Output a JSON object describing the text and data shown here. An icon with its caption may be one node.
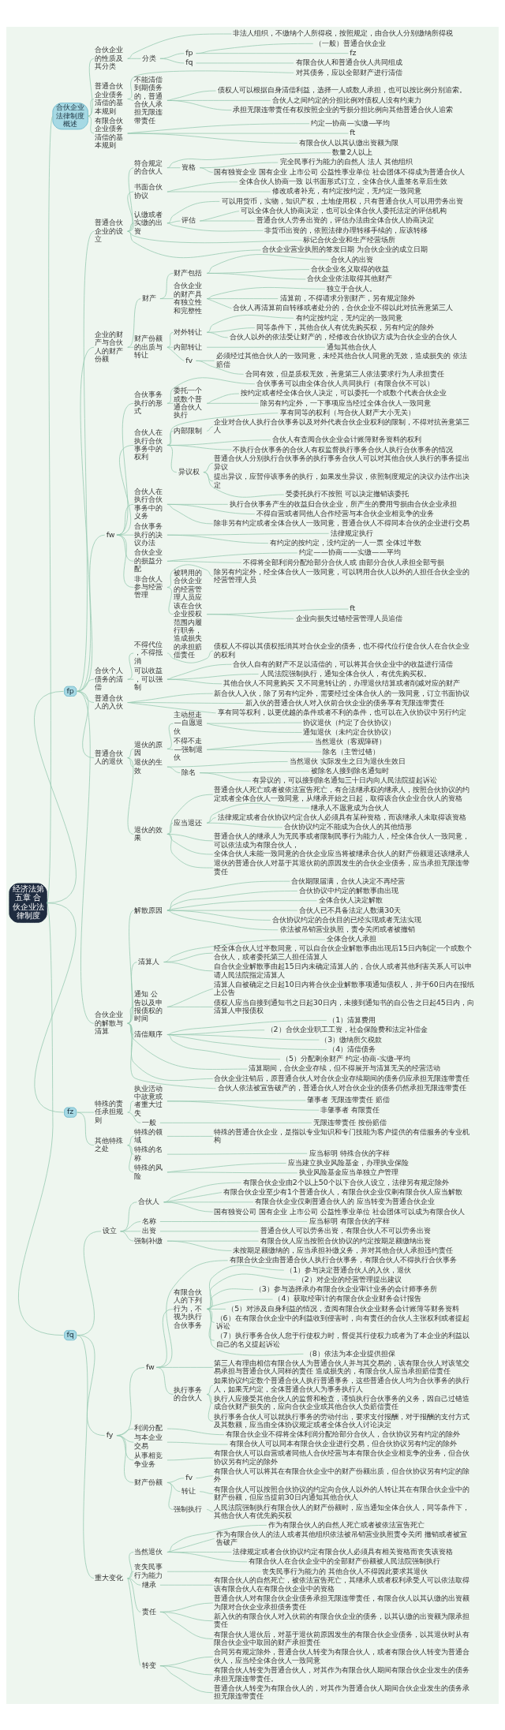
{
  "diagram": {
    "nodes": [
      {
        "text": [
          "经济法第五章 合伙企业法律制度"
        ]
      },
      {
        "text": [
          "合伙企业法律制度概述"
        ]
      },
      {
        "text": [
          "合伙企业的性质及其分类"
        ]
      },
      {
        "text": [
          "非法人组织，不缴纳个人所得税，按照规定，由合伙人分别缴纳所得税"
        ]
      },
      {
        "text": [
          "分类"
        ]
      },
      {
        "text": [
          "fp"
        ]
      },
      {
        "text": [
          "（一般）普通合伙企业"
        ]
      },
      {
        "text": [
          "fz"
        ]
      },
      {
        "text": [
          "fq"
        ]
      },
      {
        "text": [
          "有限合伙人和普通合伙人共同组成"
        ]
      },
      {
        "text": [
          "普通合伙企业债务清偿的基本规则"
        ]
      },
      {
        "text": [
          "对其债务，应以全部财产进行清偿"
        ]
      },
      {
        "text": [
          "不能清偿到期债务的，普通合伙人承担无限连带责任"
        ]
      },
      {
        "text": [
          "债权人可以根据自身清偿利益，选择一人或数人承担，也可以按比例分别追索。"
        ]
      },
      {
        "text": [
          "合伙人之间约定的分担比例对债权人没有约束力"
        ]
      },
      {
        "text": [
          "承担无限连带责任有权按照企业的亏损分担比例向其他普通合伙人追索"
        ]
      },
      {
        "text": [
          "有限合伙企业债务清偿的基本规则"
        ]
      },
      {
        "text": [
          "约定—协商—实缴—平均"
        ]
      },
      {
        "text": [
          "ft"
        ]
      },
      {
        "text": [
          "有限合伙人以其认缴出资额为限"
        ]
      },
      {
        "text": [
          "fp"
        ]
      },
      {
        "text": [
          "普通合伙企业的设立"
        ]
      },
      {
        "text": [
          "符合规定的合伙人"
        ]
      },
      {
        "text": [
          "数量2人以上"
        ]
      },
      {
        "text": [
          "资格"
        ]
      },
      {
        "text": [
          "完全民事行为能力的自然人 法人 其他组织"
        ]
      },
      {
        "text": [
          "国有独资企业 国有企业 上市公司 公益性事业单位 社会团体不得成为普通合伙人"
        ]
      },
      {
        "text": [
          "书面合伙协议"
        ]
      },
      {
        "text": [
          "全体合伙人协商一致 以书面形式订立，全体合伙人盖签名章后生效"
        ]
      },
      {
        "text": [
          "修改或者补充，有约定按约定，无约定一致同意"
        ]
      },
      {
        "text": [
          "认缴或者实缴的出资"
        ]
      },
      {
        "text": [
          "可以用货币，实物，知识产权，土地使用权，只有普通合伙人可以用劳务出资"
        ]
      },
      {
        "text": [
          "评估"
        ]
      },
      {
        "text": [
          "可以全体合伙人协商决定，也可以全体合伙人委托法定的评估机构"
        ]
      },
      {
        "text": [
          "普通合伙人劳务出资的，评估办法由全体合伙人协商决定"
        ]
      },
      {
        "text": [
          "非货币出资的，依照法律办理转移手续的，应该转移"
        ]
      },
      {
        "text": [
          "标记合伙企业和生产经营场所"
        ]
      },
      {
        "text": [
          "合伙企业营业执照的签发日期 为合伙企业的成立日期"
        ]
      },
      {
        "text": [
          "企业的财产与合伙人的财产份额"
        ]
      },
      {
        "text": [
          "财产"
        ]
      },
      {
        "text": [
          "财产包括"
        ]
      },
      {
        "text": [
          "合伙人的出资"
        ]
      },
      {
        "text": [
          "合伙企业名义取得的收益"
        ]
      },
      {
        "text": [
          "合伙企业依法取得其他财产"
        ]
      },
      {
        "text": [
          "合伙企业的财产具有独立性和完整性"
        ]
      },
      {
        "text": [
          "独立于合伙人。"
        ]
      },
      {
        "text": [
          "清算前，不得请求分割财产，另有规定除外"
        ]
      },
      {
        "text": [
          "合伙人再清算前自转移或者处分的，合伙企业不得以此对抗善意第三人"
        ]
      },
      {
        "text": [
          "财产份额的出质与转让"
        ]
      },
      {
        "text": [
          "对外转让"
        ]
      },
      {
        "text": [
          "有约定按约定，无约定的一致同意"
        ]
      },
      {
        "text": [
          "同等条件下，其他合伙人有优先购买权，另有约定的除外"
        ]
      },
      {
        "text": [
          "合伙人以外的依法受让财产的，经修改合伙协议方成为合伙企业的合伙人"
        ]
      },
      {
        "text": [
          "内部转让"
        ]
      },
      {
        "text": [
          "通知其他合伙人"
        ]
      },
      {
        "text": [
          "fv"
        ]
      },
      {
        "text": [
          "必须经过其他合伙人的一致同意，未经其他合伙人同意的无效，造成损失的 依法赔偿"
        ]
      },
      {
        "text": [
          "合同有效，但是质权无效，善意第三人依法要求行为人承担责任"
        ]
      },
      {
        "text": [
          "fw"
        ]
      },
      {
        "text": [
          "合伙事务执行的形式"
        ]
      },
      {
        "text": [
          "合伙事务可以由全体合伙人共同执行（有限合伙不可以）"
        ]
      },
      {
        "text": [
          "委托一个或数个普通合伙人执行"
        ]
      },
      {
        "text": [
          "按约定或者经全体合伙人决定，可以委托一个或数个代表合伙企业"
        ]
      },
      {
        "text": [
          "除另有约定外，一下事项应当经过全体合伙人一致同意"
        ]
      },
      {
        "text": [
          "合伙人在执行合伙事务中的权利"
        ]
      },
      {
        "text": [
          "享有同等的权利（与合伙人财产大小无关）"
        ]
      },
      {
        "text": [
          "内部限制"
        ]
      },
      {
        "text": [
          "企业对合伙人执行合伙事务以及对外代表合伙企业权利的限制，不得对抗善意第三人"
        ]
      },
      {
        "text": [
          "合伙人有查阅合伙企业会计账簿财务资料的权利"
        ]
      },
      {
        "text": [
          "不执行合伙事务的合伙人有权监督执行事务合伙人执行合伙事务的情况"
        ]
      },
      {
        "text": [
          "异议权"
        ]
      },
      {
        "text": [
          "普通合伙人分别执行合伙事务的执行事务合伙人可以对其他合伙人执行的事务提出异议"
        ]
      },
      {
        "text": [
          "提出异议，应暂停该事务的执行，如果发生异议，依照制度规定的决议办法作出决定"
        ]
      },
      {
        "text": [
          "受委托执行不按照 可以决定撤销该委托"
        ]
      },
      {
        "text": [
          "合伙人在执行合伙事务中的义务"
        ]
      },
      {
        "text": [
          "执行合伙事务产生的收益归合伙企业，所产生的费用亏损由合伙企业承担"
        ]
      },
      {
        "text": [
          "不得自营或者同他人合作经营与本合伙企业相竞争的业务"
        ]
      },
      {
        "text": [
          "除非另有约定或者全体合伙人一致同意，普通合伙人不得同本合伙的企业进行交易"
        ]
      },
      {
        "text": [
          "合伙事务执行的决议办法"
        ]
      },
      {
        "text": [
          "法律规定执行"
        ]
      },
      {
        "text": [
          "有约定的按约定，没约定的一人一票 全体过半数"
        ]
      },
      {
        "text": [
          "合伙企业的损益分配"
        ]
      },
      {
        "text": [
          "约定——协商——实缴——平均"
        ]
      },
      {
        "text": [
          "不得将全部利润分配给部分合伙人或 由部分合伙人承担全部亏损"
        ]
      },
      {
        "text": [
          "非合伙人参与经营管理"
        ]
      },
      {
        "text": [
          "除另有约定外，经全体合伙人一致同意，可以聘用合伙人以外的人担任合伙企业的经营管理人员"
        ]
      },
      {
        "text": [
          "被聘用的合伙企业的经营管理人员应该在合伙企业授权范围内履行职务，造成损失的承担赔偿责任"
        ]
      },
      {
        "text": [
          "ft"
        ]
      },
      {
        "text": [
          "企业向损失过错经营管理人员追偿"
        ]
      },
      {
        "text": [
          "合伙个人债务的清偿"
        ]
      },
      {
        "text": [
          "不得代位，不得抵消"
        ]
      },
      {
        "text": [
          "债权人不得以其债权抵消其对合伙企业的债务，也不得代位行使合伙人在合伙企业的权利"
        ]
      },
      {
        "text": [
          "可以收益，可以强制"
        ]
      },
      {
        "text": [
          "合伙人自有的财产不足以清偿的，可以将其合伙企业中的收益进行清偿"
        ]
      },
      {
        "text": [
          "人民法院强制执行，通知全体合伙人，有优先购买权。"
        ]
      },
      {
        "text": [
          "其他合伙人不同意购买 又不同意转让的，办理退伙结算或者削减对应的财产"
        ]
      },
      {
        "text": [
          "普通合伙人的入伙"
        ]
      },
      {
        "text": [
          "新合伙人入伙，除了另有约定外，需要经过全体合伙人的一致同意，订立书面协议"
        ]
      },
      {
        "text": [
          "新入伙的普通合伙人对入伙前合伙企业的债务享有无限连带责任"
        ]
      },
      {
        "text": [
          "享有同等权利，以更优越的条件或者不利的条件，也可以在入伙协议中另行约定"
        ]
      },
      {
        "text": [
          "普通合伙人的退伙"
        ]
      },
      {
        "text": [
          "退伙的原因"
        ]
      },
      {
        "text": [
          "主动想走—自愿退伙"
        ]
      },
      {
        "text": [
          "协议退伙（约定了合伙协议）"
        ]
      },
      {
        "text": [
          "通知退伙（未约定合伙协议）"
        ]
      },
      {
        "text": [
          "不得不走—强制退伙"
        ]
      },
      {
        "text": [
          "当然退伙（客观障碍）"
        ]
      },
      {
        "text": [
          "除名（主管过错）"
        ]
      },
      {
        "text": [
          "退伙的生效"
        ]
      },
      {
        "text": [
          "当然退伙 实际发生之日为退伙生效日"
        ]
      },
      {
        "text": [
          "除名"
        ]
      },
      {
        "text": [
          "被除名人接到除名通知时"
        ]
      },
      {
        "text": [
          "有异议的，可以接到除名通知三十日内向人民法院提起诉讼"
        ]
      },
      {
        "text": [
          "退伙的效果"
        ]
      },
      {
        "text": [
          "普通合伙人死亡或者被依法宣告死亡，有合法继承权的继承人，按照合伙协议的约定或者全体合伙人一致同意，从继承开始之日起，取得该合伙企业合伙人的资格"
        ]
      },
      {
        "text": [
          "应当退还"
        ]
      },
      {
        "text": [
          "继承人不愿意成为合伙人"
        ]
      },
      {
        "text": [
          "法律规定或者合伙协议约定合伙人必须具有某种资格，而该继承人未取得该资格"
        ]
      },
      {
        "text": [
          "合伙协议约定不能成为合伙人的其他情形"
        ]
      },
      {
        "text": [
          "普通合伙人的继承人为无民事或者限制民事行为能力人，经全体合伙人一致同意，可以依法成为有限合伙人，"
        ]
      },
      {
        "text": [
          "全体合伙人未能一致同意的合伙企业应当将被继承合伙人的财产份额退还该继承人"
        ]
      },
      {
        "text": [
          "退伙的普通合伙人对基于其退伙前的原因发生的合伙企业债务，应当承担无限连带责任"
        ]
      },
      {
        "text": [
          "合伙企业的解散与清算"
        ]
      },
      {
        "text": [
          "解散原因"
        ]
      },
      {
        "text": [
          "合伙期限届满，合伙人决定不再经营"
        ]
      },
      {
        "text": [
          "合伙协议中约定的解散事由出现"
        ]
      },
      {
        "text": [
          "全体合伙人决定解散"
        ]
      },
      {
        "text": [
          "合伙人已不具备法定人数满30天"
        ]
      },
      {
        "text": [
          "合伙协议约定的合伙目的已经实现或者无法实现"
        ]
      },
      {
        "text": [
          "依法被吊销营业执照，责令关闭或者被撤销"
        ]
      },
      {
        "text": [
          "清算人"
        ]
      },
      {
        "text": [
          "全体合伙人承担"
        ]
      },
      {
        "text": [
          "经全体合伙人过半数同意，可以自合伙企业解散事由出现后15日内制定一个或数个合伙人，或者委托第三人担任清算人"
        ]
      },
      {
        "text": [
          "自合伙企业解散事由起15日内未确定清算人的，合伙人或者其他利害关系人可以申请人民法院指定清算人"
        ]
      },
      {
        "text": [
          "通知 公告以及申报债权的时间"
        ]
      },
      {
        "text": [
          "清算人自被确定之日起10日内将合伙企业解散事项通知债权人，并于60日内在报纸上公告"
        ]
      },
      {
        "text": [
          "债权人应当自接到通知书之日起30日内，未接到通知书的自公告之日起45日内，向清算人申报债权"
        ]
      },
      {
        "text": [
          "清偿顺序"
        ]
      },
      {
        "text": [
          "（1）清算费用"
        ]
      },
      {
        "text": [
          "（2）合伙企业职工工资，社会保险费和法定补偿金"
        ]
      },
      {
        "text": [
          "（3）缴纳所欠税款"
        ]
      },
      {
        "text": [
          "（4）清偿债务"
        ]
      },
      {
        "text": [
          "（5）分配剩余财产 约定-协商-实缴-平均"
        ]
      },
      {
        "text": [
          "清算期间，合伙企业存续，但不得展开与清算无关的经营活动"
        ]
      },
      {
        "text": [
          "合伙企业注销后，原普通合伙人对合伙企业存续期间的债务仍应承担无限连带责任"
        ]
      },
      {
        "text": [
          "合伙人依法被宣告破产的，普通合伙人对合伙企业的债务仍然承担无限连带责任"
        ]
      },
      {
        "text": [
          "fz"
        ]
      },
      {
        "text": [
          "特殊的责任承担规则"
        ]
      },
      {
        "text": [
          "执业活动中故意或者重大过失"
        ]
      },
      {
        "text": [
          "肇事者 无限连带责任 赔偿"
        ]
      },
      {
        "text": [
          "非肇事者 有限责任"
        ]
      },
      {
        "text": [
          "一般"
        ]
      },
      {
        "text": [
          "无限连带责任 按份赔偿"
        ]
      },
      {
        "text": [
          "其他特殊之处"
        ]
      },
      {
        "text": [
          "特殊的领域"
        ]
      },
      {
        "text": [
          "特殊的普通合伙企业，是指以专业知识和专门技能为客户提供的有偿服务的专业机构"
        ]
      },
      {
        "text": [
          "特殊的名称"
        ]
      },
      {
        "text": [
          "应当标明 特殊合伙的字样"
        ]
      },
      {
        "text": [
          "特殊的风险"
        ]
      },
      {
        "text": [
          "应当建立执业风险基金，办理执业保险"
        ]
      },
      {
        "text": [
          "执业风险基金应当单独立户管理"
        ]
      },
      {
        "text": [
          "fq"
        ]
      },
      {
        "text": [
          "设立"
        ]
      },
      {
        "text": [
          "合伙人"
        ]
      },
      {
        "text": [
          "有限合伙企业由2个以上50个以下合伙人设立，法律另有规定除外"
        ]
      },
      {
        "text": [
          "有限合伙企业至少有1个普通合伙人，有限合伙企业仅剩有限合伙人应当解散"
        ]
      },
      {
        "text": [
          "有限合伙企业仅剩普通合伙人的 应当转变为普通合伙企业"
        ]
      },
      {
        "text": [
          "国有独资公司 国有企业 上市公司 公益性事业单位 社会团体可以成为有限合伙人"
        ]
      },
      {
        "text": [
          "名称"
        ]
      },
      {
        "text": [
          "应当标明 有限合伙的字样"
        ]
      },
      {
        "text": [
          "出资"
        ]
      },
      {
        "text": [
          "普通合伙人可以劳务出资，有限合伙人不可以劳务出资"
        ]
      },
      {
        "text": [
          "强制补缴"
        ]
      },
      {
        "text": [
          "有限合伙人应当按照合伙协议的约定按期足额缴纳出资"
        ]
      },
      {
        "text": [
          "未按期足额缴纳的，应当承担补缴义务，并对其他合伙人承担违约责任"
        ]
      },
      {
        "text": [
          "fy"
        ]
      },
      {
        "text": [
          "fw"
        ]
      },
      {
        "text": [
          "有限合伙企业由普通合伙人执行合伙事务，有限合伙人不得执行合伙事务"
        ]
      },
      {
        "text": [
          "有限合伙人的下列行为，不视为执行合伙事务"
        ]
      },
      {
        "text": [
          "（1）参与决定普通合伙人的入伙，退伙"
        ]
      },
      {
        "text": [
          "（2）对企业的经营管理提出建议"
        ]
      },
      {
        "text": [
          "（3）参与选择承办有限合伙企业审计业务的会计师事务所"
        ]
      },
      {
        "text": [
          "（4）获取经审计的有限合伙企业财务会计报告"
        ]
      },
      {
        "text": [
          "（5）对涉及自身利益的情况，查阅有限合伙企业财务会计账簿等财务资料"
        ]
      },
      {
        "text": [
          "（6）在有限合伙企业中的利益收到侵害时，向有责任的合伙人主张权利或者提起诉讼"
        ]
      },
      {
        "text": [
          "（7）执行事务合伙人怠于行使权力时，督促其行使权力或者为了本企业的利益以自己的名义提起诉讼"
        ]
      },
      {
        "text": [
          "（8）依法为本企业提供担保"
        ]
      },
      {
        "text": [
          "第三人有理由相信有限合伙人为普通合伙人并与其交易的，该有限合伙人对该笔交易承担与普通合伙人同样的责任 造成损失的，有限合伙人应当承担赔偿责任"
        ]
      },
      {
        "text": [
          "执行事务的合伙人"
        ]
      },
      {
        "text": [
          "如果协议约定数个普通合伙人执行普通事务，这些普通合伙人均为合伙事务的执行人，如果无约定，全体普通合伙人为事务执行人"
        ]
      },
      {
        "text": [
          "执行人应接受其他合伙人的监督和检查，谨慎执行合伙事务的义务，因自己过错造成合伙财产损失的，应向合伙企业或其他合伙人负赔偿责任"
        ]
      },
      {
        "text": [
          "执行事务合伙人可以就执行事务的劳动付出，要求支付报酬，对于报酬的支付方式及其数额，应当由全体协议规定或者全体合伙人讨论决定"
        ]
      },
      {
        "text": [
          "利润分配"
        ]
      },
      {
        "text": [
          "有限合伙企业不得将全体利润分配给部分合伙人，合伙协议另有约定的除外"
        ]
      },
      {
        "text": [
          "与本企业交易"
        ]
      },
      {
        "text": [
          "有限合伙人可以同本有限合伙企业进行交易，但合伙协议另有约定的除外"
        ]
      },
      {
        "text": [
          "从事相竞争业务"
        ]
      },
      {
        "text": [
          "有限合伙人可以自营或者同他人合伙经营与本有限合伙企业相竞争的业务，但合伙协议另有约定的除外"
        ]
      },
      {
        "text": [
          "财产份额"
        ]
      },
      {
        "text": [
          "fv"
        ]
      },
      {
        "text": [
          "有限合伙人可以将其在有限合伙企业中的财产份额出质，但合伙协议另有约定的除外"
        ]
      },
      {
        "text": [
          "转让"
        ]
      },
      {
        "text": [
          "有限合伙人可以按照合伙协议的约定向合伙人以外的人转让其在有限合伙企业中的财产份额，但应当提前30日内通知其他合伙人"
        ]
      },
      {
        "text": [
          "强制执行"
        ]
      },
      {
        "text": [
          "人民法院强制执行有限合伙人的财产份额时，应当通知全体合伙人，同等条件下，其他合伙人有优先购买权"
        ]
      },
      {
        "text": [
          "重大变化"
        ]
      },
      {
        "text": [
          "当然退伙"
        ]
      },
      {
        "text": [
          "作为有限合伙人的自然人死亡或者被依法宣告死亡"
        ]
      },
      {
        "text": [
          "作为有限合伙人的法人或者其他组织依法被吊销营业执照责令关闭 撤销或者被宣告破产"
        ]
      },
      {
        "text": [
          "法律规定或者合伙协议约定有限合伙人必须具有相关资格而丧失该资格"
        ]
      },
      {
        "text": [
          "有限合伙人在合伙企业中的全部财产份额被人民法院强制执行"
        ]
      },
      {
        "text": [
          "丧失民事行为能力"
        ]
      },
      {
        "text": [
          "丧失民事行为能力的 其他合伙人不得因此要求其退伙"
        ]
      },
      {
        "text": [
          "继承"
        ]
      },
      {
        "text": [
          "有限合伙人的自然死亡，被依法宣告死亡，其继承人或者权利承受人可以依法取得该有限合伙人在有限合伙企业中的资格"
        ]
      },
      {
        "text": [
          "责任"
        ]
      },
      {
        "text": [
          "普通合伙人对有限合伙企业债务承担无限连带责任，有限合伙人以其认缴的出资额为限对合伙企业承担债务责任"
        ]
      },
      {
        "text": [
          "新入伙的有限合伙人对入伙前的有限合伙企业的债务，以其认缴的出资额为限承担责任"
        ]
      },
      {
        "text": [
          "有限合伙人退伙后，对基于退伙前原因发生的有限合伙企业债务，以其退伙时从有限合伙企业中取回的财产承担责任"
        ]
      },
      {
        "text": [
          "转变"
        ]
      },
      {
        "text": [
          "合同另有规定除外，普通合伙人转变为有限合伙人，或者有限合伙人转变为普通合伙人，应当经全体合伙人一致同意"
        ]
      },
      {
        "text": [
          "有限合伙人转变为普通合伙人，对其作为有限合伙人期间有限合伙企业发生的债务承担无限连带责任。"
        ]
      },
      {
        "text": [
          "普通合伙人转变为有限合伙人的，对其作为普通合伙人期间合伙企业发生的债务承担无限连带责任"
        ]
      }
    ],
    "edges": [
      {
        "from": 0,
        "to": 1,
        "arrow": "none"
      },
      {
        "from": 1,
        "to": 2,
        "arrow": "none"
      },
      {
        "from": 2,
        "to": 3,
        "arrow": "none"
      },
      {
        "from": 2,
        "to": 4,
        "arrow": "none"
      },
      {
        "from": 4,
        "to": 5,
        "arrow": "none"
      },
      {
        "from": 5,
        "to": 6,
        "arrow": "none"
      },
      {
        "from": 5,
        "to": 7,
        "arrow": "none"
      },
      {
        "from": 4,
        "to": 8,
        "arrow": "none"
      },
      {
        "from": 8,
        "to": 9,
        "arrow": "none"
      },
      {
        "from": 1,
        "to": 10,
        "arrow": "none"
      },
      {
        "from": 10,
        "to": 11,
        "arrow": "none"
      },
      {
        "from": 10,
        "to": 12,
        "arrow": "none"
      },
      {
        "from": 12,
        "to": 13,
        "arrow": "none"
      },
      {
        "from": 12,
        "to": 14,
        "arrow": "none"
      },
      {
        "from": 12,
        "to": 15,
        "arrow": "none"
      },
      {
        "from": 1,
        "to": 16,
        "arrow": "none"
      },
      {
        "from": 16,
        "to": 17,
        "arrow": "none"
      },
      {
        "from": 16,
        "to": 18,
        "arrow": "none"
      },
      {
        "from": 16,
        "to": 19,
        "arrow": "none"
      },
      {
        "from": 0,
        "to": 20,
        "arrow": "none"
      },
      {
        "from": 20,
        "to": 21,
        "arrow": "none"
      },
      {
        "from": 21,
        "to": 22,
        "arrow": "none"
      },
      {
        "from": 22,
        "to": 23,
        "arrow": "none"
      },
      {
        "from": 22,
        "to": 24,
        "arrow": "none"
      },
      {
        "from": 24,
        "to": 25,
        "arrow": "none"
      },
      {
        "from": 24,
        "to": 26,
        "arrow": "none"
      },
      {
        "from": 21,
        "to": 27,
        "arrow": "none"
      },
      {
        "from": 27,
        "to": 28,
        "arrow": "none"
      },
      {
        "from": 27,
        "to": 29,
        "arrow": "none"
      },
      {
        "from": 21,
        "to": 30,
        "arrow": "none"
      },
      {
        "from": 30,
        "to": 31,
        "arrow": "none"
      },
      {
        "from": 30,
        "to": 32,
        "arrow": "none"
      },
      {
        "from": 32,
        "to": 33,
        "arrow": "none"
      },
      {
        "from": 32,
        "to": 34,
        "arrow": "none"
      },
      {
        "from": 30,
        "to": 35,
        "arrow": "none"
      },
      {
        "from": 21,
        "to": 36,
        "arrow": "none"
      },
      {
        "from": 21,
        "to": 37,
        "arrow": "none"
      },
      {
        "from": 20,
        "to": 38,
        "arrow": "none"
      },
      {
        "from": 38,
        "to": 39,
        "arrow": "none"
      },
      {
        "from": 39,
        "to": 40,
        "arrow": "none"
      },
      {
        "from": 40,
        "to": 41,
        "arrow": "none"
      },
      {
        "from": 40,
        "to": 42,
        "arrow": "none"
      },
      {
        "from": 40,
        "to": 43,
        "arrow": "none"
      },
      {
        "from": 39,
        "to": 44,
        "arrow": "none"
      },
      {
        "from": 44,
        "to": 45,
        "arrow": "none"
      },
      {
        "from": 44,
        "to": 46,
        "arrow": "none"
      },
      {
        "from": 44,
        "to": 47,
        "arrow": "none"
      },
      {
        "from": 38,
        "to": 48,
        "arrow": "none"
      },
      {
        "from": 48,
        "to": 49,
        "arrow": "none"
      },
      {
        "from": 49,
        "to": 50,
        "arrow": "none"
      },
      {
        "from": 49,
        "to": 51,
        "arrow": "none"
      },
      {
        "from": 49,
        "to": 52,
        "arrow": "none"
      },
      {
        "from": 48,
        "to": 53,
        "arrow": "none"
      },
      {
        "from": 53,
        "to": 54,
        "arrow": "none"
      },
      {
        "from": 48,
        "to": 55,
        "arrow": "none"
      },
      {
        "from": 55,
        "to": 56,
        "arrow": "none"
      },
      {
        "from": 55,
        "to": 57,
        "arrow": "none"
      },
      {
        "from": 20,
        "to": 58,
        "arrow": "none"
      },
      {
        "from": 58,
        "to": 59,
        "arrow": "none"
      },
      {
        "from": 59,
        "to": 60,
        "arrow": "none"
      },
      {
        "from": 59,
        "to": 61,
        "arrow": "none"
      },
      {
        "from": 61,
        "to": 62,
        "arrow": "none"
      },
      {
        "from": 61,
        "to": 63,
        "arrow": "none"
      },
      {
        "from": 58,
        "to": 64,
        "arrow": "none"
      },
      {
        "from": 64,
        "to": 65,
        "arrow": "none"
      },
      {
        "from": 64,
        "to": 66,
        "arrow": "none"
      },
      {
        "from": 66,
        "to": 67,
        "arrow": "none"
      },
      {
        "from": 64,
        "to": 68,
        "arrow": "none"
      },
      {
        "from": 64,
        "to": 69,
        "arrow": "none"
      },
      {
        "from": 64,
        "to": 70,
        "arrow": "none"
      },
      {
        "from": 70,
        "to": 71,
        "arrow": "none"
      },
      {
        "from": 70,
        "to": 72,
        "arrow": "none"
      },
      {
        "from": 70,
        "to": 73,
        "arrow": "none"
      },
      {
        "from": 58,
        "to": 74,
        "arrow": "none"
      },
      {
        "from": 74,
        "to": 75,
        "arrow": "none"
      },
      {
        "from": 74,
        "to": 76,
        "arrow": "none"
      },
      {
        "from": 74,
        "to": 77,
        "arrow": "none"
      },
      {
        "from": 58,
        "to": 78,
        "arrow": "none"
      },
      {
        "from": 78,
        "to": 79,
        "arrow": "none"
      },
      {
        "from": 78,
        "to": 80,
        "arrow": "none"
      },
      {
        "from": 58,
        "to": 81,
        "arrow": "none"
      },
      {
        "from": 81,
        "to": 82,
        "arrow": "none"
      },
      {
        "from": 81,
        "to": 83,
        "arrow": "none"
      },
      {
        "from": 58,
        "to": 84,
        "arrow": "none"
      },
      {
        "from": 84,
        "to": 85,
        "arrow": "none"
      },
      {
        "from": 84,
        "to": 86,
        "arrow": "none"
      },
      {
        "from": 86,
        "to": 87,
        "arrow": "none"
      },
      {
        "from": 86,
        "to": 88,
        "arrow": "none"
      },
      {
        "from": 20,
        "to": 89,
        "arrow": "none"
      },
      {
        "from": 89,
        "to": 90,
        "arrow": "none"
      },
      {
        "from": 90,
        "to": 91,
        "arrow": "none"
      },
      {
        "from": 89,
        "to": 92,
        "arrow": "none"
      },
      {
        "from": 92,
        "to": 93,
        "arrow": "none"
      },
      {
        "from": 92,
        "to": 94,
        "arrow": "none"
      },
      {
        "from": 92,
        "to": 95,
        "arrow": "none"
      },
      {
        "from": 20,
        "to": 96,
        "arrow": "none"
      },
      {
        "from": 96,
        "to": 97,
        "arrow": "none"
      },
      {
        "from": 96,
        "to": 98,
        "arrow": "none"
      },
      {
        "from": 96,
        "to": 99,
        "arrow": "none"
      },
      {
        "from": 20,
        "to": 100,
        "arrow": "none"
      },
      {
        "from": 100,
        "to": 101,
        "arrow": "none"
      },
      {
        "from": 101,
        "to": 102,
        "arrow": "none"
      },
      {
        "from": 102,
        "to": 103,
        "arrow": "none"
      },
      {
        "from": 102,
        "to": 104,
        "arrow": "none"
      },
      {
        "from": 101,
        "to": 105,
        "arrow": "none"
      },
      {
        "from": 105,
        "to": 106,
        "arrow": "none"
      },
      {
        "from": 105,
        "to": 107,
        "arrow": "none"
      },
      {
        "from": 100,
        "to": 108,
        "arrow": "none"
      },
      {
        "from": 108,
        "to": 109,
        "arrow": "none"
      },
      {
        "from": 108,
        "to": 110,
        "arrow": "none"
      },
      {
        "from": 110,
        "to": 111,
        "arrow": "none"
      },
      {
        "from": 110,
        "to": 112,
        "arrow": "none"
      },
      {
        "from": 100,
        "to": 113,
        "arrow": "none"
      },
      {
        "from": 113,
        "to": 114,
        "arrow": "none"
      },
      {
        "from": 113,
        "to": 115,
        "arrow": "none"
      },
      {
        "from": 115,
        "to": 116,
        "arrow": "none"
      },
      {
        "from": 115,
        "to": 117,
        "arrow": "none"
      },
      {
        "from": 115,
        "to": 118,
        "arrow": "none"
      },
      {
        "from": 113,
        "to": 119,
        "arrow": "none"
      },
      {
        "from": 113,
        "to": 120,
        "arrow": "none"
      },
      {
        "from": 113,
        "to": 121,
        "arrow": "none"
      },
      {
        "from": 20,
        "to": 122,
        "arrow": "none"
      },
      {
        "from": 122,
        "to": 123,
        "arrow": "none"
      },
      {
        "from": 123,
        "to": 124,
        "arrow": "none"
      },
      {
        "from": 123,
        "to": 125,
        "arrow": "none"
      },
      {
        "from": 123,
        "to": 126,
        "arrow": "none"
      },
      {
        "from": 123,
        "to": 127,
        "arrow": "none"
      },
      {
        "from": 123,
        "to": 128,
        "arrow": "none"
      },
      {
        "from": 123,
        "to": 129,
        "arrow": "none"
      },
      {
        "from": 122,
        "to": 130,
        "arrow": "none"
      },
      {
        "from": 130,
        "to": 131,
        "arrow": "none"
      },
      {
        "from": 130,
        "to": 132,
        "arrow": "none"
      },
      {
        "from": 130,
        "to": 133,
        "arrow": "none"
      },
      {
        "from": 122,
        "to": 134,
        "arrow": "none"
      },
      {
        "from": 134,
        "to": 135,
        "arrow": "none"
      },
      {
        "from": 134,
        "to": 136,
        "arrow": "none"
      },
      {
        "from": 122,
        "to": 137,
        "arrow": "none"
      },
      {
        "from": 137,
        "to": 138,
        "arrow": "none"
      },
      {
        "from": 137,
        "to": 139,
        "arrow": "none"
      },
      {
        "from": 137,
        "to": 140,
        "arrow": "none"
      },
      {
        "from": 137,
        "to": 141,
        "arrow": "none"
      },
      {
        "from": 137,
        "to": 142,
        "arrow": "none"
      },
      {
        "from": 122,
        "to": 143,
        "arrow": "none"
      },
      {
        "from": 122,
        "to": 144,
        "arrow": "none"
      },
      {
        "from": 122,
        "to": 145,
        "arrow": "none"
      },
      {
        "from": 0,
        "to": 146,
        "arrow": "none"
      },
      {
        "from": 146,
        "to": 147,
        "arrow": "none"
      },
      {
        "from": 147,
        "to": 148,
        "arrow": "none"
      },
      {
        "from": 148,
        "to": 149,
        "arrow": "none"
      },
      {
        "from": 148,
        "to": 150,
        "arrow": "none"
      },
      {
        "from": 147,
        "to": 151,
        "arrow": "none"
      },
      {
        "from": 151,
        "to": 152,
        "arrow": "none"
      },
      {
        "from": 146,
        "to": 153,
        "arrow": "none"
      },
      {
        "from": 153,
        "to": 154,
        "arrow": "none"
      },
      {
        "from": 154,
        "to": 155,
        "arrow": "none"
      },
      {
        "from": 153,
        "to": 156,
        "arrow": "none"
      },
      {
        "from": 156,
        "to": 157,
        "arrow": "none"
      },
      {
        "from": 153,
        "to": 158,
        "arrow": "none"
      },
      {
        "from": 158,
        "to": 159,
        "arrow": "none"
      },
      {
        "from": 158,
        "to": 160,
        "arrow": "none"
      },
      {
        "from": 0,
        "to": 161,
        "arrow": "none"
      },
      {
        "from": 161,
        "to": 162,
        "arrow": "none"
      },
      {
        "from": 162,
        "to": 163,
        "arrow": "none"
      },
      {
        "from": 163,
        "to": 164,
        "arrow": "none"
      },
      {
        "from": 163,
        "to": 165,
        "arrow": "none"
      },
      {
        "from": 163,
        "to": 166,
        "arrow": "none"
      },
      {
        "from": 163,
        "to": 167,
        "arrow": "none"
      },
      {
        "from": 162,
        "to": 168,
        "arrow": "none"
      },
      {
        "from": 168,
        "to": 169,
        "arrow": "none"
      },
      {
        "from": 162,
        "to": 170,
        "arrow": "none"
      },
      {
        "from": 170,
        "to": 171,
        "arrow": "none"
      },
      {
        "from": 162,
        "to": 172,
        "arrow": "none"
      },
      {
        "from": 172,
        "to": 173,
        "arrow": "none"
      },
      {
        "from": 172,
        "to": 174,
        "arrow": "none"
      },
      {
        "from": 161,
        "to": 175,
        "arrow": "none"
      },
      {
        "from": 175,
        "to": 176,
        "arrow": "none"
      },
      {
        "from": 176,
        "to": 177,
        "arrow": "none"
      },
      {
        "from": 176,
        "to": 178,
        "arrow": "none"
      },
      {
        "from": 178,
        "to": 179,
        "arrow": "none"
      },
      {
        "from": 178,
        "to": 180,
        "arrow": "none"
      },
      {
        "from": 178,
        "to": 181,
        "arrow": "none"
      },
      {
        "from": 178,
        "to": 182,
        "arrow": "none"
      },
      {
        "from": 178,
        "to": 183,
        "arrow": "none"
      },
      {
        "from": 178,
        "to": 184,
        "arrow": "none"
      },
      {
        "from": 178,
        "to": 185,
        "arrow": "none"
      },
      {
        "from": 178,
        "to": 186,
        "arrow": "none"
      },
      {
        "from": 176,
        "to": 187,
        "arrow": "none"
      },
      {
        "from": 176,
        "to": 188,
        "arrow": "none"
      },
      {
        "from": 188,
        "to": 189,
        "arrow": "none"
      },
      {
        "from": 188,
        "to": 190,
        "arrow": "none"
      },
      {
        "from": 188,
        "to": 191,
        "arrow": "none"
      },
      {
        "from": 175,
        "to": 192,
        "arrow": "none"
      },
      {
        "from": 192,
        "to": 193,
        "arrow": "none"
      },
      {
        "from": 175,
        "to": 194,
        "arrow": "none"
      },
      {
        "from": 194,
        "to": 195,
        "arrow": "none"
      },
      {
        "from": 175,
        "to": 196,
        "arrow": "none"
      },
      {
        "from": 196,
        "to": 197,
        "arrow": "none"
      },
      {
        "from": 175,
        "to": 198,
        "arrow": "none"
      },
      {
        "from": 198,
        "to": 199,
        "arrow": "none"
      },
      {
        "from": 199,
        "to": 200,
        "arrow": "none"
      },
      {
        "from": 198,
        "to": 201,
        "arrow": "none"
      },
      {
        "from": 201,
        "to": 202,
        "arrow": "none"
      },
      {
        "from": 198,
        "to": 203,
        "arrow": "none"
      },
      {
        "from": 203,
        "to": 204,
        "arrow": "none"
      },
      {
        "from": 161,
        "to": 205,
        "arrow": "none"
      },
      {
        "from": 205,
        "to": 206,
        "arrow": "none"
      },
      {
        "from": 206,
        "to": 207,
        "arrow": "none"
      },
      {
        "from": 206,
        "to": 208,
        "arrow": "none"
      },
      {
        "from": 206,
        "to": 209,
        "arrow": "none"
      },
      {
        "from": 206,
        "to": 210,
        "arrow": "none"
      },
      {
        "from": 205,
        "to": 211,
        "arrow": "none"
      },
      {
        "from": 211,
        "to": 212,
        "arrow": "none"
      },
      {
        "from": 205,
        "to": 213,
        "arrow": "none"
      },
      {
        "from": 213,
        "to": 214,
        "arrow": "none"
      },
      {
        "from": 205,
        "to": 215,
        "arrow": "none"
      },
      {
        "from": 215,
        "to": 216,
        "arrow": "none"
      },
      {
        "from": 215,
        "to": 217,
        "arrow": "none"
      },
      {
        "from": 215,
        "to": 218,
        "arrow": "none"
      },
      {
        "from": 205,
        "to": 219,
        "arrow": "none"
      },
      {
        "from": 219,
        "to": 220,
        "arrow": "none"
      },
      {
        "from": 219,
        "to": 221,
        "arrow": "none"
      },
      {
        "from": 219,
        "to": 222,
        "arrow": "none"
      }
    ]
  }
}
